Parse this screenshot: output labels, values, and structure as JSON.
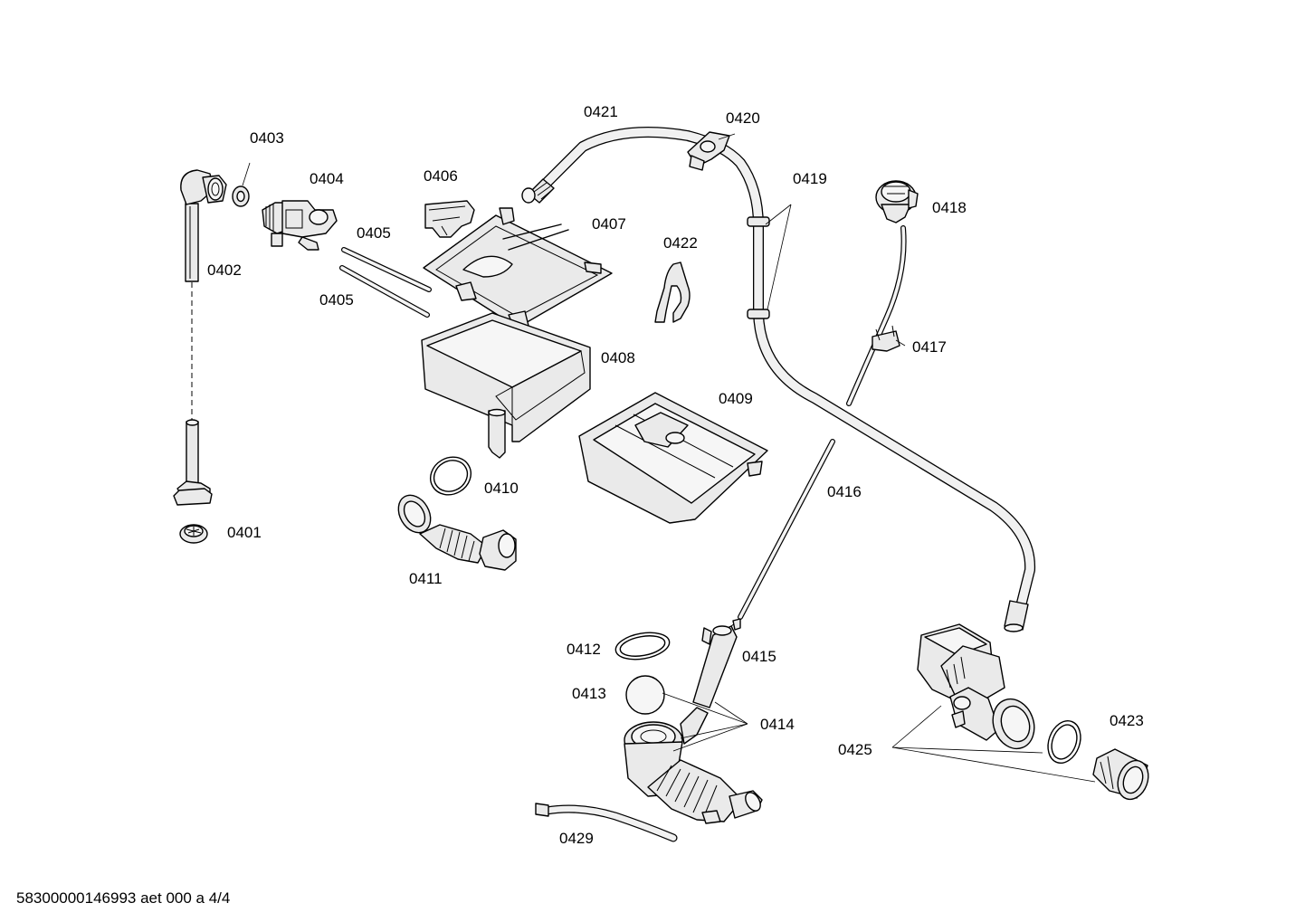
{
  "parts": [
    {
      "id": "p0401",
      "label": "0401"
    },
    {
      "id": "p0402",
      "label": "0402"
    },
    {
      "id": "p0403",
      "label": "0403"
    },
    {
      "id": "p0404",
      "label": "0404"
    },
    {
      "id": "p0405a",
      "label": "0405"
    },
    {
      "id": "p0405b",
      "label": "0405"
    },
    {
      "id": "p0406",
      "label": "0406"
    },
    {
      "id": "p0407",
      "label": "0407"
    },
    {
      "id": "p0408",
      "label": "0408"
    },
    {
      "id": "p0409",
      "label": "0409"
    },
    {
      "id": "p0410",
      "label": "0410"
    },
    {
      "id": "p0411",
      "label": "0411"
    },
    {
      "id": "p0412",
      "label": "0412"
    },
    {
      "id": "p0413",
      "label": "0413"
    },
    {
      "id": "p0414",
      "label": "0414"
    },
    {
      "id": "p0415",
      "label": "0415"
    },
    {
      "id": "p0416",
      "label": "0416"
    },
    {
      "id": "p0417",
      "label": "0417"
    },
    {
      "id": "p0418",
      "label": "0418"
    },
    {
      "id": "p0419",
      "label": "0419"
    },
    {
      "id": "p0420",
      "label": "0420"
    },
    {
      "id": "p0421",
      "label": "0421"
    },
    {
      "id": "p0422",
      "label": "0422"
    },
    {
      "id": "p0423",
      "label": "0423"
    },
    {
      "id": "p0425",
      "label": "0425"
    },
    {
      "id": "p0429",
      "label": "0429"
    }
  ],
  "footer": "58300000146993 aet 000 a 4/4"
}
